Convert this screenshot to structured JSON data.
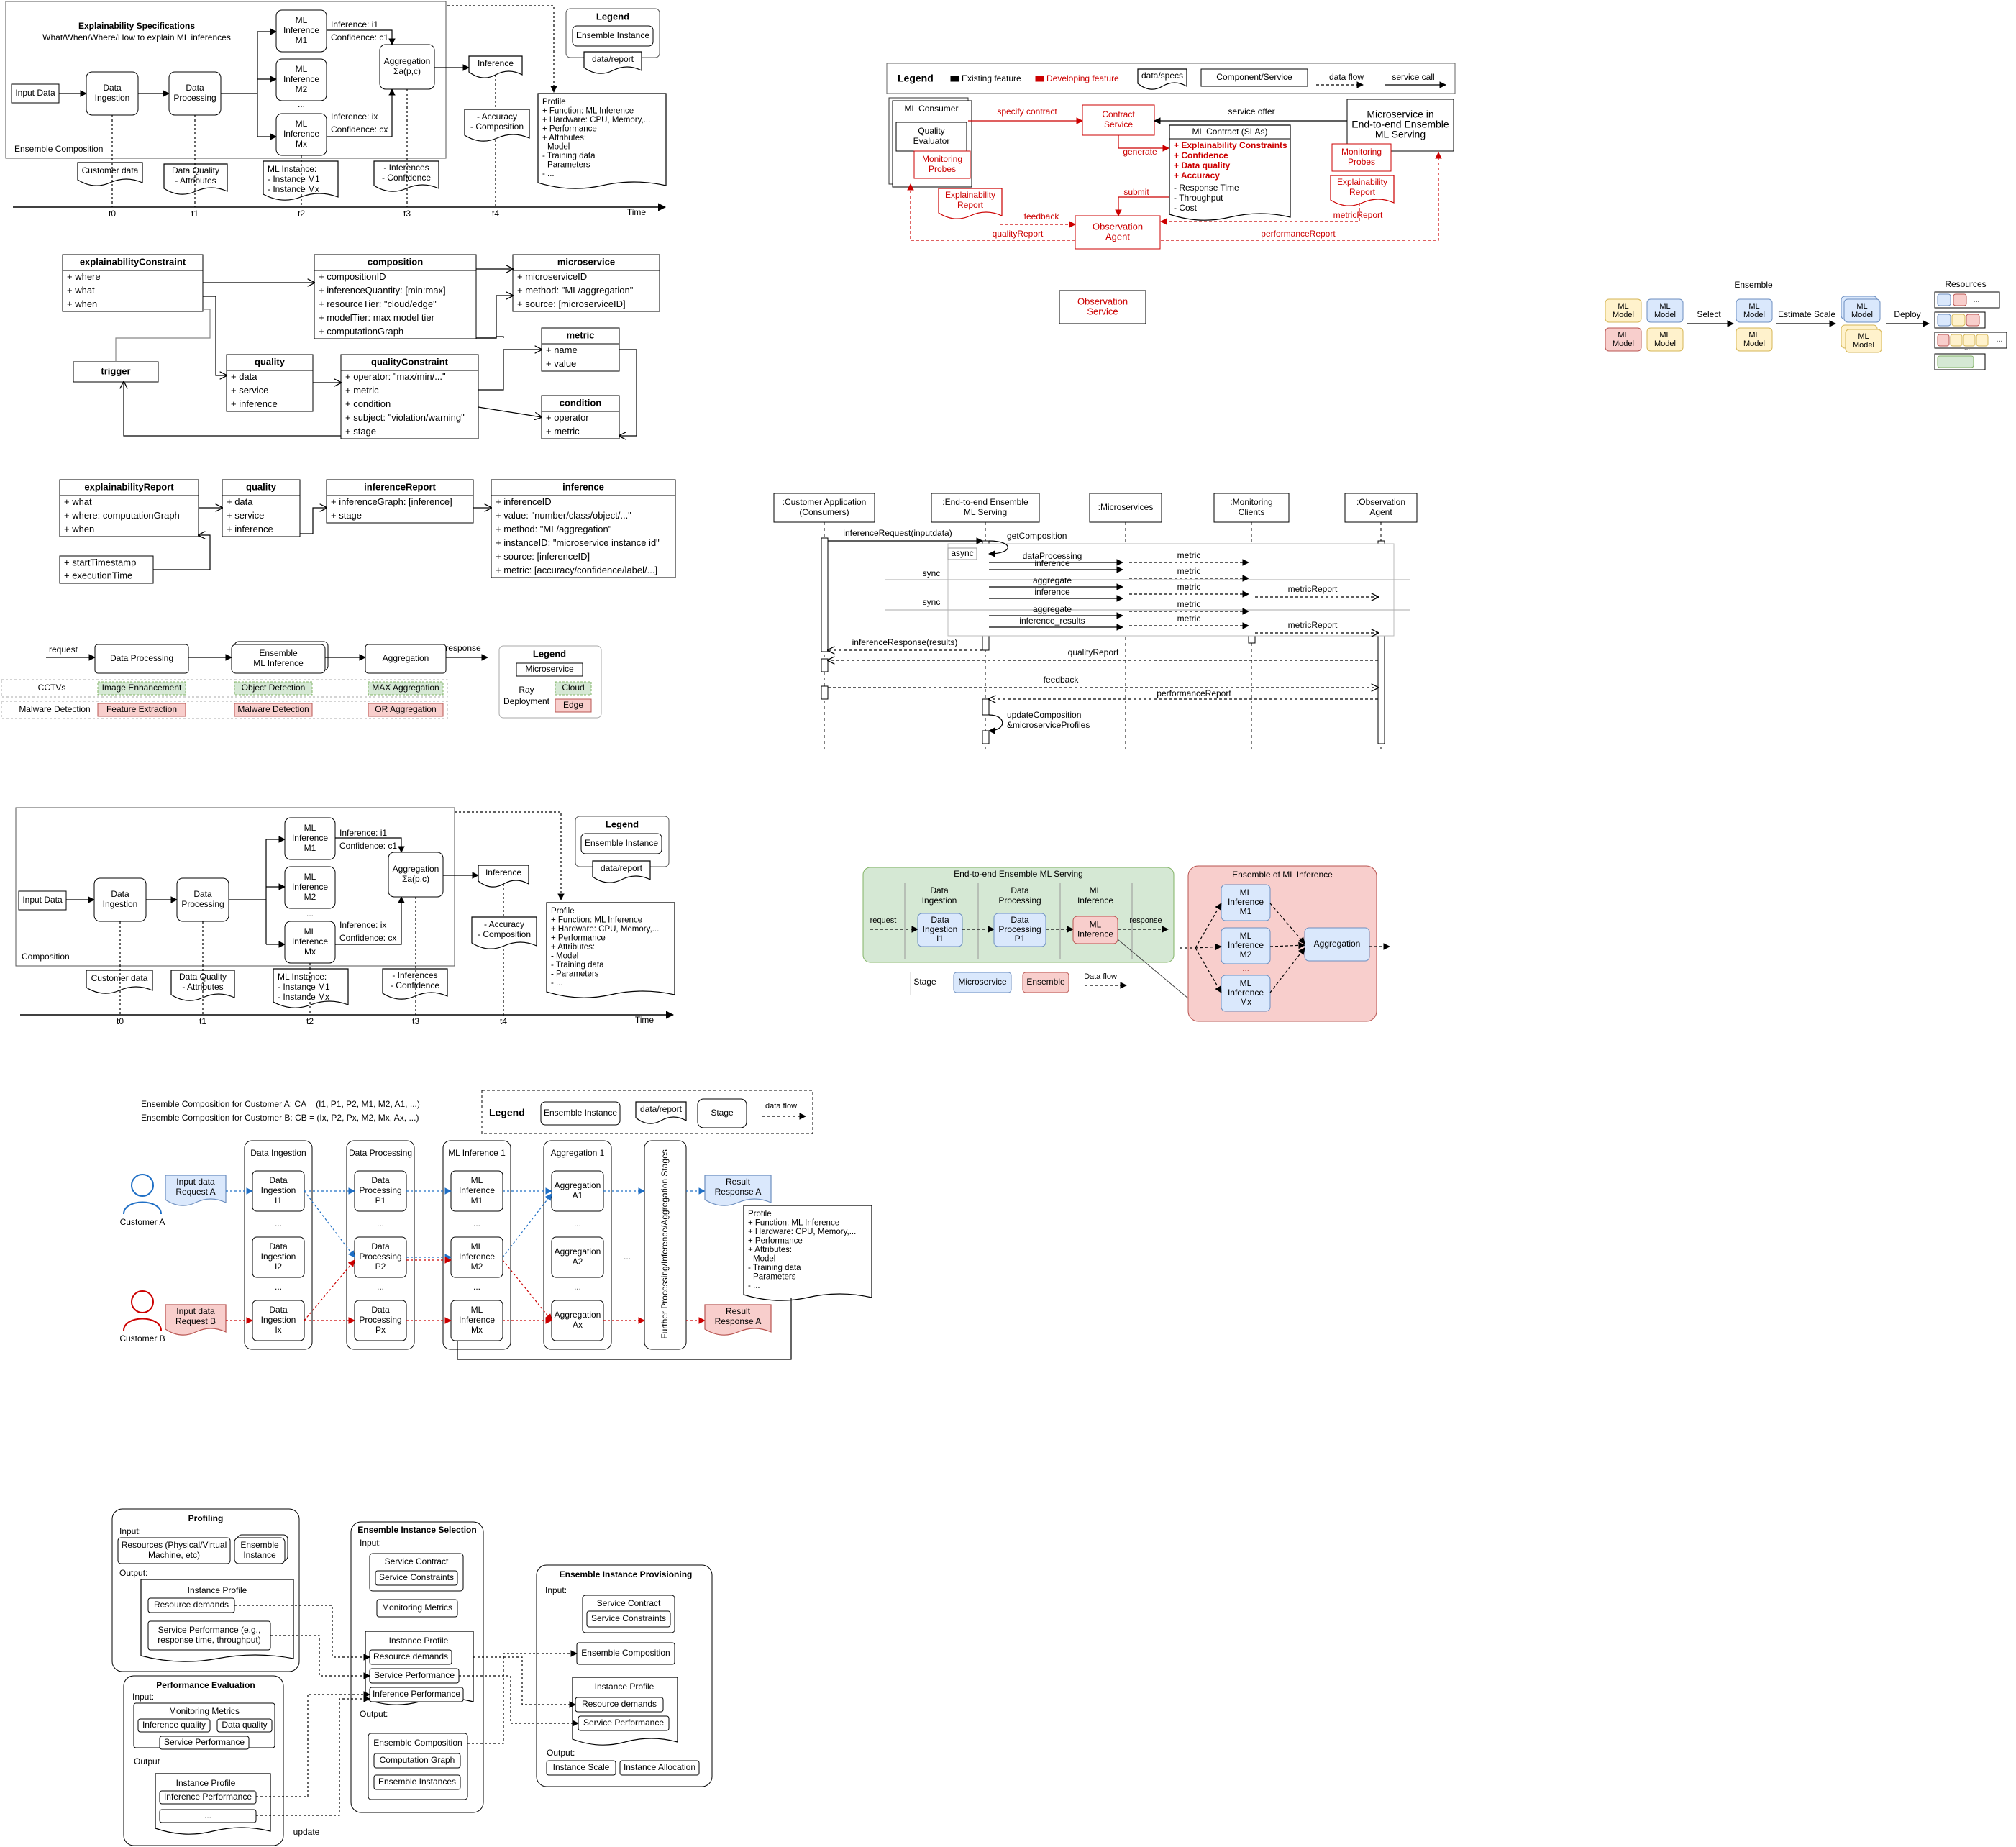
{
  "p1": {
    "spec_title": "Explainability Specifications",
    "spec_sub": "What/When/Where/How to explain ML inferences",
    "ensemble_composition": "Ensemble Composition",
    "input_data": "Input Data",
    "data_ingestion": [
      "Data",
      "Ingestion"
    ],
    "data_processing": [
      "Data",
      "Processing"
    ],
    "m1": [
      "ML",
      "Inference",
      "M1"
    ],
    "m2": [
      "ML",
      "Inference",
      "M2"
    ],
    "mx": [
      "ML",
      "Inference",
      "Mx"
    ],
    "dots": "...",
    "inf1": "Inference: i1",
    "conf1": "Confidence: c1",
    "infx": "Inference: ix",
    "confx": "Confidence: cx",
    "aggregation": [
      "Aggregation",
      "Σa(p,c)"
    ],
    "inference": "Inference",
    "legend_title": "Legend",
    "legend_ensemble": "Ensemble Instance",
    "legend_data": "data/report",
    "accuracy": [
      "- Accuracy",
      "- Composition"
    ],
    "profile": [
      "Profile",
      "+ Function: ML Inference",
      "+ Hardware: CPU, Memory,...",
      "+ Performance",
      "+ Attributes:",
      "   - Model",
      "   - Training data",
      "   - Parameters",
      "   - ..."
    ],
    "customer_data": "Customer data",
    "data_quality": [
      "Data Quality",
      "- Attributes"
    ],
    "ml_instance": [
      "ML Instance:",
      "- Instance M1",
      "- Instance Mx"
    ],
    "inferences": [
      "- Inferences",
      "- Confidence"
    ],
    "t": [
      "t0",
      "t1",
      "t2",
      "t3",
      "t4"
    ],
    "time": "Time"
  },
  "p2": {
    "legend": "Legend",
    "existing": "Existing feature",
    "developing": "Developing feature",
    "data_specs": "data/specs",
    "component": "Component/Service",
    "data_flow": "data flow",
    "service_call": "service call",
    "ml_consumer": "ML Consumer",
    "quality_evaluator": [
      "Quality",
      "Evaluator"
    ],
    "monitoring_probes": [
      "Monitoring",
      "Probes"
    ],
    "specify_contract": "specify contract",
    "contract_service": [
      "Contract",
      "Service"
    ],
    "service_offer": "service offer",
    "microservice": [
      "Microservice in",
      "End-to-end Ensemble",
      "ML Serving"
    ],
    "generate": "generate",
    "ml_contract": "ML Contract (SLAs)",
    "contract_items_red": [
      "+ Explainability Constraints",
      "+ Confidence",
      "+ Data quality",
      "+ Accuracy"
    ],
    "contract_items": [
      "- Response Time",
      "- Throughput",
      "- Cost"
    ],
    "explainability_report": [
      "Explainability",
      "Report"
    ],
    "submit": "submit",
    "feedback": "feedback",
    "metric_report": "metricReport",
    "quality_report": "qualityReport",
    "performance_report": "performanceReport",
    "observation_agent": [
      "Observation",
      "Agent"
    ],
    "observation_service": [
      "Observation",
      "Service"
    ]
  },
  "p3": {
    "ml_model": [
      "ML",
      "Model"
    ],
    "select": "Select",
    "ensemble": "Ensemble",
    "estimate_scale": "Estimate Scale",
    "deploy": "Deploy",
    "resources": "Resources",
    "dots": "..."
  },
  "p4": {
    "explainabilityConstraint": {
      "title": "explainabilityConstraint",
      "items": [
        "+ where",
        "+ what",
        "+ when"
      ]
    },
    "composition": {
      "title": "composition",
      "items": [
        "+ compositionID",
        "+ inferenceQuantity: [min:max]",
        "+ resourceTier: \"cloud/edge\"",
        "+ modelTier: max model tier",
        "+ computationGraph"
      ]
    },
    "microservice": {
      "title": "microservice",
      "items": [
        "+ microserviceID",
        "+ method: \"ML/aggregation\"",
        "+ source: [microserviceID]"
      ]
    },
    "trigger": {
      "title": "trigger"
    },
    "quality": {
      "title": "quality",
      "items": [
        "+ data",
        "+ service",
        "+ inference"
      ]
    },
    "qualityConstraint": {
      "title": "qualityConstraint",
      "items": [
        "+ operator: \"max/min/...\"",
        "+ metric",
        "+ condition",
        "+ subject: \"violation/warning\"",
        "+ stage"
      ]
    },
    "metric": {
      "title": "metric",
      "items": [
        "+ name",
        "+ value"
      ]
    },
    "condition": {
      "title": "condition",
      "items": [
        "+ operator",
        "+ metric"
      ]
    }
  },
  "p5": {
    "explainabilityReport": {
      "title": "explainabilityReport",
      "items": [
        "+ what",
        "+ where: computationGraph",
        "+ when"
      ]
    },
    "quality": {
      "title": "quality",
      "items": [
        "+ data",
        "+ service",
        "+ inference"
      ]
    },
    "inferenceReport": {
      "title": "inferenceReport",
      "items": [
        "+ inferenceGraph: [inference]",
        "+ stage"
      ]
    },
    "inference": {
      "title": "inference",
      "items": [
        "+ inferenceID",
        "+ value: \"number/class/object/...\"",
        "+ method: \"ML/aggregation\"",
        "+ instanceID: \"microservice instance id\"",
        "+ source: [inferenceID]",
        "+ metric: [accuracy/confidence/label/...]"
      ]
    },
    "extra": [
      "+ startTimestamp",
      "+ executionTime"
    ]
  },
  "p6": {
    "actors": [
      ":Customer Application\n(Consumers)",
      ":End-to-end Ensemble\nML Serving",
      ":Microservices",
      ":Monitoring\nClients",
      ":Observation\nAgent"
    ],
    "inferenceRequest": "inferenceRequest(inputdata)",
    "getComposition": "getComposition",
    "async": "async",
    "sync": "sync",
    "dataProcessing": "dataProcessing",
    "inference": "inference",
    "aggregate": "aggregate",
    "inference_results": "inference_results",
    "metric": "metric",
    "metricReport": "metricReport",
    "inferenceResponse": "inferenceResponse(results)",
    "qualityReport": "qualityReport",
    "feedback": "feedback",
    "performanceReport": "performanceReport",
    "updateComposition": [
      "updateComposition",
      "&microserviceProfiles"
    ]
  },
  "p7": {
    "request": "request",
    "data_processing": "Data Processing",
    "ensemble": [
      "Ensemble",
      "ML Inference"
    ],
    "aggregation": "Aggregation",
    "response": "response",
    "legend": "Legend",
    "microservice": "Microservice",
    "ray": "Ray",
    "deployment": "Deployment",
    "cloud": "Cloud",
    "edge": "Edge",
    "cctvs": "CCTVs",
    "malware": "Malware Detection",
    "cctv_items": [
      "Image Enhancement",
      "Object Detection",
      "MAX Aggregation"
    ],
    "malware_items": [
      "Feature Extraction",
      "Malware Detection",
      "OR Aggregation"
    ]
  },
  "p8": {
    "composition": "Composition"
  },
  "p9": {
    "serving_title": "End-to-end Ensemble ML Serving",
    "ensemble_title": "Ensemble of ML Inference",
    "col_ingestion": [
      "Data",
      "Ingestion"
    ],
    "col_processing": [
      "Data",
      "Processing"
    ],
    "col_inference": [
      "ML",
      "Inference"
    ],
    "request": "request",
    "response": "response",
    "di": [
      "Data",
      "Ingestion",
      "I1"
    ],
    "dp": [
      "Data",
      "Processing",
      "P1"
    ],
    "mli": [
      "ML",
      "Inference"
    ],
    "m1": [
      "ML",
      "Inference",
      "M1"
    ],
    "m2": [
      "ML",
      "Inference",
      "M2"
    ],
    "mx": [
      "ML",
      "Inference",
      "Mx"
    ],
    "dots": "...",
    "aggregation": "Aggregation",
    "stage": "Stage",
    "microservice": "Microservice",
    "ensemble": "Ensemble",
    "data_flow": "Data flow"
  },
  "p10": {
    "compA": "Ensemble Composition for Customer A: CA = (I1, P1, P2, M1, M2, A1, ...)",
    "compB": "Ensemble Composition for Customer B: CB = (Ix, P2, Px, M2, Mx, Ax, ...)",
    "legend": "Legend",
    "ensemble_instance": "Ensemble Instance",
    "data_report": "data/report",
    "stage": "Stage",
    "data_flow": "data flow",
    "customer_a": "Customer A",
    "customer_b": "Customer B",
    "req_a": [
      "Input data",
      "Request A"
    ],
    "req_b": [
      "Input data",
      "Request B"
    ],
    "col_titles": [
      "Data Ingestion",
      "Data Processing",
      "ML Inference 1",
      "Aggregation 1"
    ],
    "further": "Further Processing/Inference/Aggregation Stages",
    "res_a": [
      "Result",
      "Response A"
    ],
    "res_b": [
      "Result",
      "Response A"
    ],
    "ingestion": [
      [
        "Data",
        "Ingestion",
        "I1"
      ],
      [
        "Data",
        "Ingestion",
        "I2"
      ],
      [
        "Data",
        "Ingestion",
        "Ix"
      ]
    ],
    "processing": [
      [
        "Data",
        "Processing",
        "P1"
      ],
      [
        "Data",
        "Processing",
        "P2"
      ],
      [
        "Data",
        "Processing",
        "Px"
      ]
    ],
    "inference": [
      [
        "ML",
        "Inference",
        "M1"
      ],
      [
        "ML",
        "Inference",
        "M2"
      ],
      [
        "ML",
        "Inference",
        "Mx"
      ]
    ],
    "aggregation": [
      [
        "Aggregation",
        "A1"
      ],
      [
        "Aggregation",
        "A2"
      ],
      [
        "Aggregation",
        "Ax"
      ]
    ],
    "dots": "...",
    "profile": [
      "Profile",
      "+ Function: ML Inference",
      "+ Hardware: CPU, Memory,...",
      "+ Performance",
      "+ Attributes:",
      "   - Model",
      "   - Training data",
      "   - Parameters",
      "   - ..."
    ]
  },
  "p11": {
    "profiling": "Profiling",
    "input": "Input:",
    "output": "Output:",
    "output_plain": "Output",
    "resources": [
      "Resources (Physical/Virtual",
      "Machine, etc)"
    ],
    "ensemble_instance": [
      "Ensemble",
      "Instance"
    ],
    "instance_profile": "Instance Profile",
    "resource_demands": "Resource demands",
    "service_performance_eg": [
      "Service Performance (e.g.,",
      "response  time, throughput)"
    ],
    "perf_eval": "Performance Evaluation",
    "monitoring_metrics": "Monitoring Metrics",
    "inference_quality": "Inference quality",
    "data_quality": "Data quality",
    "service_performance": "Service Performance",
    "inference_performance": "Inference Performance",
    "dots": "...",
    "update": "update",
    "eis": "Ensemble Instance Selection",
    "service_contract": "Service Contract",
    "service_constraints": "Service Constraints",
    "ensemble_composition": "Ensemble Composition",
    "computation_graph": "Computation Graph",
    "ensemble_instances": "Ensemble Instances",
    "eip": "Ensemble Instance Provisioning",
    "instance_scale": "Instance Scale",
    "instance_allocation": "Instance Allocation"
  },
  "colors": {
    "red": "#cc0000",
    "blue": "#1f6fc5",
    "lightblue": "#dae8fc",
    "blueborder": "#6c8ebf",
    "lightred": "#f8cecc",
    "redborder": "#b85450",
    "lightgreen": "#d5e8d4",
    "greenborder": "#82b366",
    "yellow": "#fff2cc",
    "yellowborder": "#d6b656"
  }
}
